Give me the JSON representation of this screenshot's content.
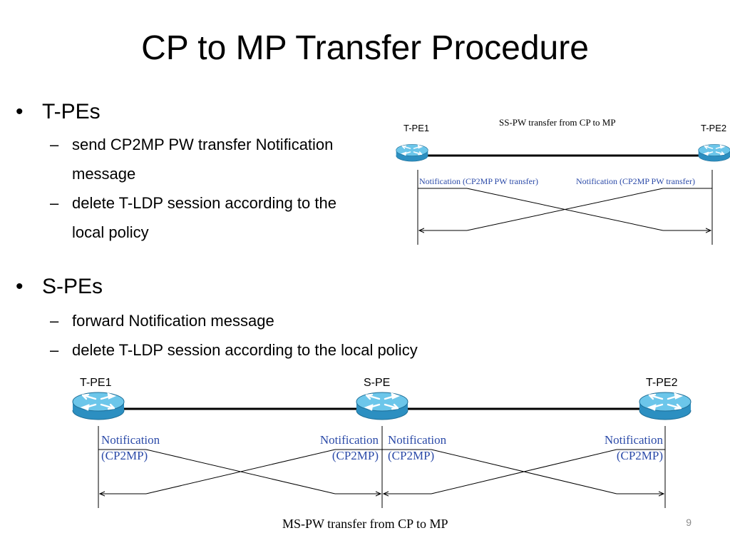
{
  "slide": {
    "title": "CP to MP Transfer Procedure",
    "page_number": "9"
  },
  "bullets": [
    {
      "text": "T-PEs",
      "marker": "•",
      "subitems": [
        {
          "marker": "–",
          "lines": [
            "send CP2MP PW transfer Notification",
            "message"
          ]
        },
        {
          "marker": "–",
          "lines": [
            "delete T-LDP session according to the",
            "local policy"
          ]
        }
      ]
    },
    {
      "text": "S-PEs",
      "marker": "•",
      "subitems": [
        {
          "marker": "–",
          "lines": [
            "forward Notification message"
          ]
        },
        {
          "marker": "–",
          "lines": [
            "delete T-LDP session according to the local policy"
          ]
        }
      ]
    }
  ],
  "ss_diagram": {
    "caption": "SS-PW transfer from CP to MP",
    "nodes": [
      "T-PE1",
      "T-PE2"
    ],
    "notifications": [
      "Notification (CP2MP PW transfer)",
      "Notification (CP2MP PW transfer)"
    ]
  },
  "ms_diagram": {
    "caption": "MS-PW transfer from CP to MP",
    "nodes": [
      "T-PE1",
      "S-PE",
      "T-PE2"
    ],
    "notification_line1": [
      "Notification",
      "Notification",
      "Notification",
      "Notification"
    ],
    "notification_line2": [
      "(CP2MP)",
      "(CP2MP)",
      "(CP2MP)",
      "(CP2MP)"
    ]
  },
  "colors": {
    "router_body": "#2c8fc1",
    "router_top": "#6cc6ea",
    "router_dark": "#1d6d96",
    "notification_text": "#2b4aa8",
    "line": "#000000"
  }
}
